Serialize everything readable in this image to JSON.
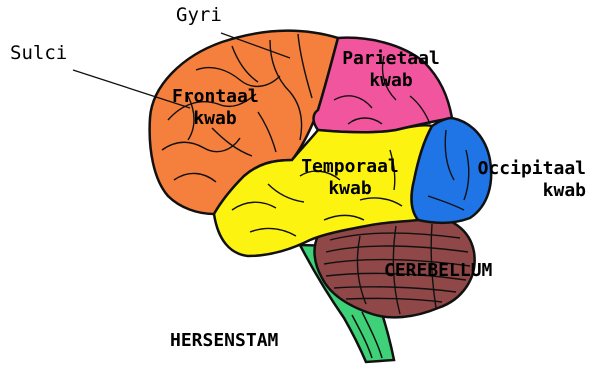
{
  "diagram": {
    "colors": {
      "frontal": "#f57f3c",
      "parietal": "#f0559e",
      "temporal": "#fdf311",
      "occipital": "#1f74e6",
      "cerebellum": "#8f4747",
      "brainstem": "#3fd177",
      "outline": "#111111"
    },
    "labels": {
      "gyri": "Gyri",
      "sulci": "Sulci",
      "frontal_line1": "Frontaal",
      "frontal_line2": "kwab",
      "parietal_line1": "Parietaal",
      "parietal_line2": "kwab",
      "temporal_line1": "Temporaal",
      "temporal_line2": "kwab",
      "occipital_line1": "Occipitaal",
      "occipital_line2": "kwab",
      "cerebellum": "CEREBELLUM",
      "brainstem": "HERSENSTAM"
    }
  }
}
